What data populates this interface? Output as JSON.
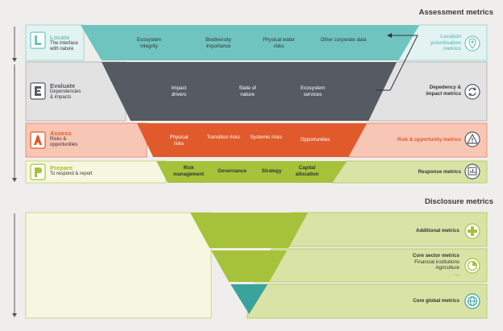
{
  "assessment": {
    "title": "Assessment metrics",
    "stages": [
      {
        "name": "Locate",
        "description_1": "The interface",
        "description_2": "with nature",
        "name_color": "#6fc4c0",
        "metric_1": "Location",
        "metric_2": "prioritisation",
        "metric_3": "metrics",
        "metric_color": "#6fc4c0",
        "items": [
          "Ecosystem integrity",
          "Biodiversity importance",
          "Physical water risks",
          "Other corporate data"
        ]
      },
      {
        "name": "Evaluate",
        "description_1": "Dependencies",
        "description_2": "& impacts",
        "name_color": "#555a63",
        "metric_1": "Depedency &",
        "metric_2": "impact metrics",
        "metric_color": "#333333",
        "items": [
          "Impact drivers",
          "State of nature",
          "Ecosystem services"
        ]
      },
      {
        "name": "Assess",
        "description_1": "Risks &",
        "description_2": "opportunities",
        "name_color": "#e05a2b",
        "metric_1": "Risk & opportunity metrics",
        "metric_color": "#e05a2b",
        "items": [
          "Physical risks",
          "Transition risks",
          "Systemic risks",
          "Opportunities"
        ]
      },
      {
        "name": "Prepare",
        "description_1": "To respond & report",
        "name_color": "#a6c23a",
        "metric_1": "Response metrics",
        "metric_color": "#333333",
        "items": [
          "Risk management",
          "Governance",
          "Strategy",
          "Capital allocation"
        ]
      }
    ]
  },
  "disclosure": {
    "title": "Disclosure metrics",
    "tiers": [
      {
        "label": "Additional metrics"
      },
      {
        "label": "Core sector metrics",
        "sub_1": "Financial institutions",
        "sub_2": "Agriculture",
        "sub_3": "..."
      },
      {
        "label": "Core global metrics"
      }
    ]
  },
  "icons": [
    "locate-letter-icon",
    "evaluate-letter-icon",
    "assess-letter-icon",
    "prepare-letter-icon",
    "location-pin-icon",
    "recycle-arrows-icon",
    "warning-triangle-icon",
    "chart-board-icon",
    "plus-icon",
    "pie-segment-icon",
    "globe-icon"
  ],
  "colors": {
    "teal": "#6fc4c0",
    "teal_dark": "#3aa39c",
    "slate": "#555a63",
    "orange": "#e05a2b",
    "lime": "#a6c23a",
    "lime_light": "#d9e3a6",
    "pale_teal": "#e3f3f2",
    "pale_grey": "#e2e2e3",
    "pale_orange": "#f8c6b4",
    "pale_yellow": "#f6f7e0"
  }
}
